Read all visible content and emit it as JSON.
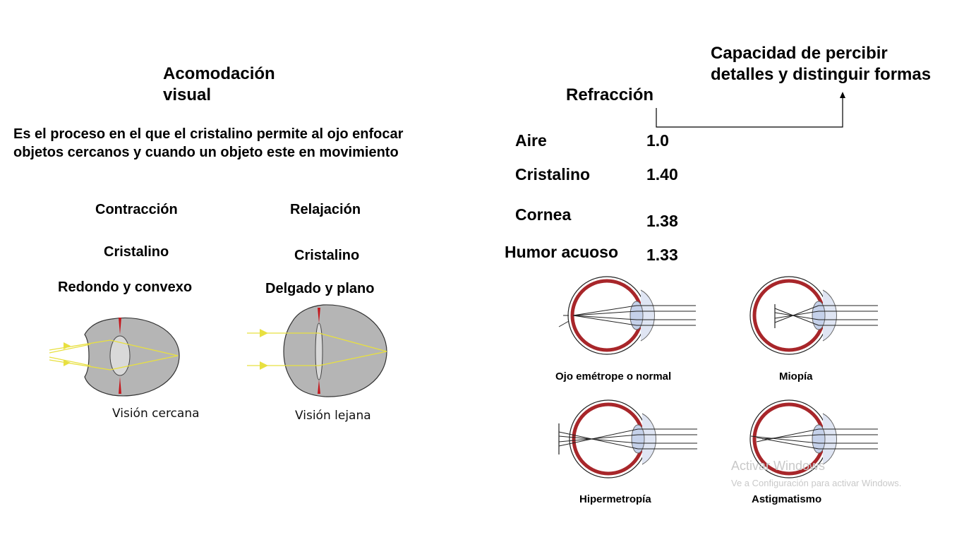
{
  "left": {
    "title": "Acomodación visual",
    "definition_line1": "Es el proceso en el que el cristalino permite al ojo enfocar",
    "definition_line2": "objetos cercanos y cuando un objeto este en movimiento",
    "near": {
      "action": "Contracción",
      "part": "Cristalino",
      "shape": "Redondo y convexo",
      "caption": "Visión cercana"
    },
    "far": {
      "action": "Relajación",
      "part": "Cristalino",
      "shape": "Delgado y plano",
      "caption": "Visión lejana"
    }
  },
  "right": {
    "refraction_title": "Refracción",
    "acuity_line1": "Capacidad de percibir",
    "acuity_line2": "detalles y distinguir formas",
    "indices": [
      {
        "material": "Aire",
        "value": "1.0"
      },
      {
        "material": "Cristalino",
        "value": "1.40"
      },
      {
        "material": "Cornea",
        "value": "1.38"
      },
      {
        "material": "Humor acuoso",
        "value": "1.33"
      }
    ],
    "diagram_captions": {
      "normal": "Ojo emétrope o normal",
      "myopia": "Miopía",
      "hyperopia": "Hipermetropía",
      "astigmatism": "Astigmatismo"
    }
  },
  "watermark": {
    "line1": "Activar Windows",
    "line2": "Ve a Configuración para activar Windows."
  },
  "colors": {
    "sclera_red": "#a8262a",
    "lens_blue": "#c5d1ea",
    "eyeball_gray": "#b5b5b5",
    "ray_yellow": "#e8e040"
  }
}
